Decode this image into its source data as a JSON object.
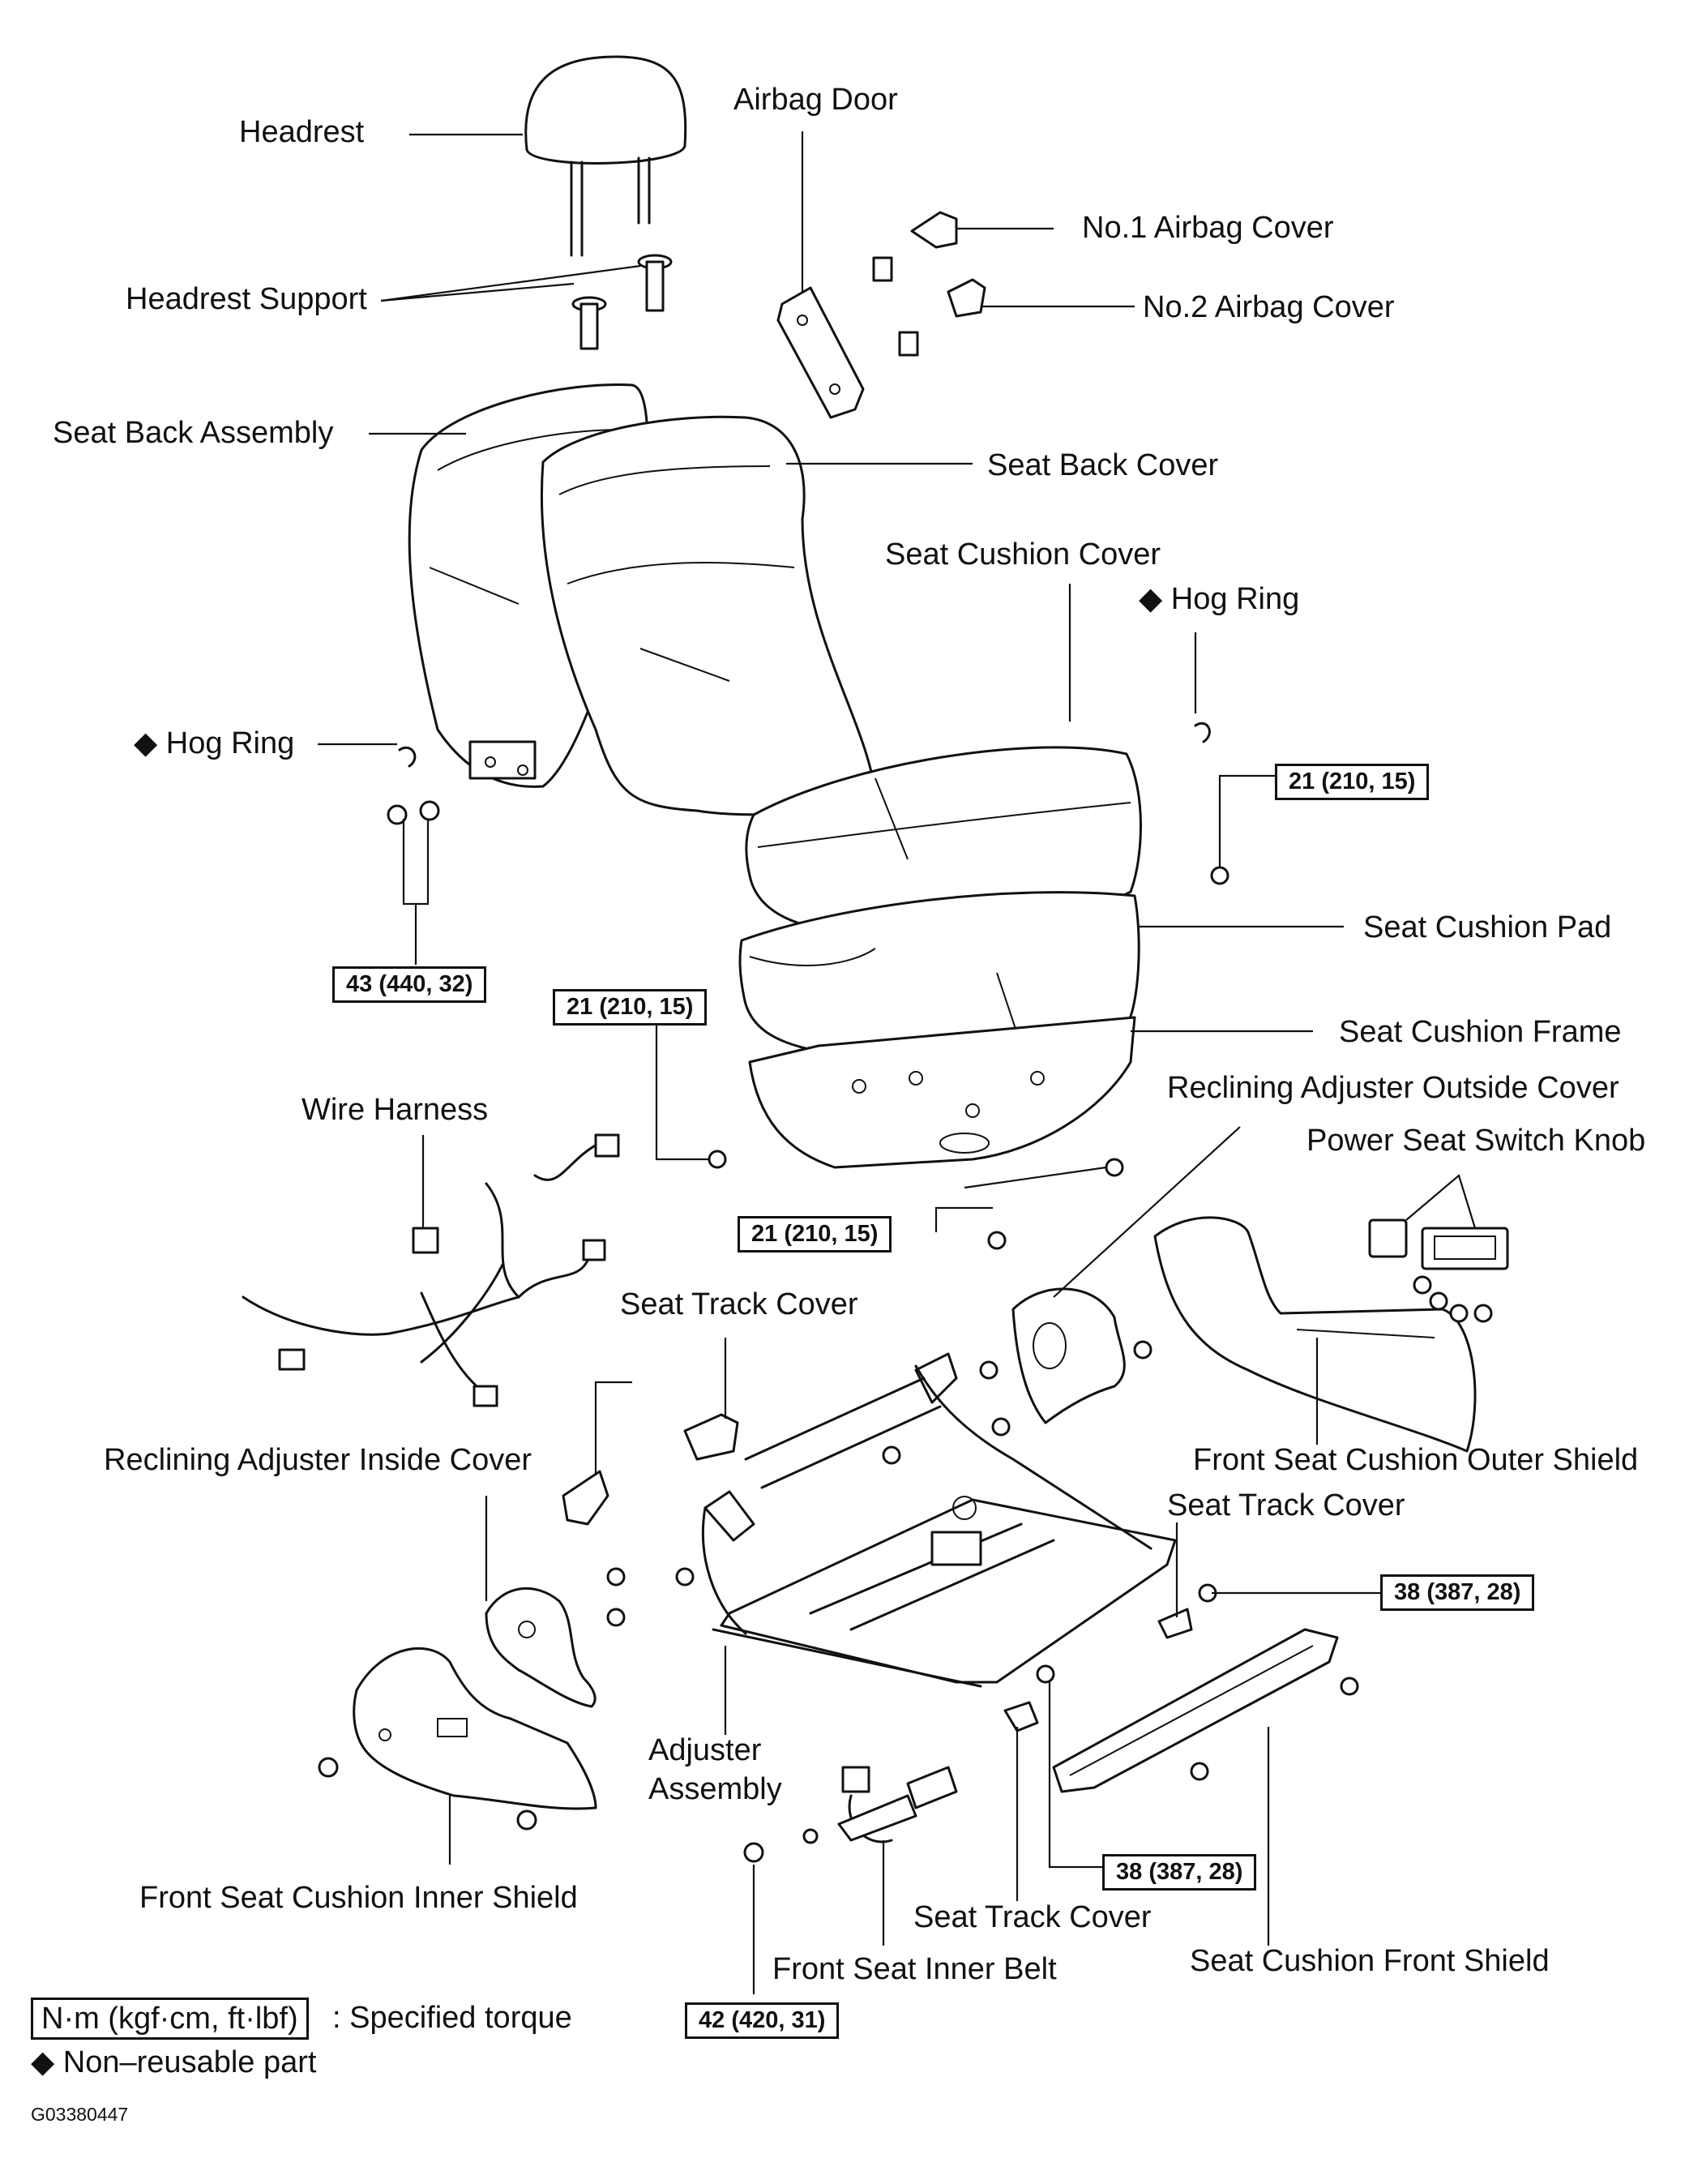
{
  "labels": {
    "headrest": "Headrest",
    "airbag_door": "Airbag Door",
    "no1_airbag_cover": "No.1 Airbag Cover",
    "no2_airbag_cover": "No.2 Airbag Cover",
    "headrest_support": "Headrest Support",
    "seat_back_assembly": "Seat Back Assembly",
    "seat_back_cover": "Seat Back Cover",
    "seat_cushion_cover": "Seat Cushion Cover",
    "hog_ring_right": "Hog Ring",
    "hog_ring_left": "Hog Ring",
    "seat_cushion_pad": "Seat Cushion Pad",
    "seat_cushion_frame": "Seat Cushion Frame",
    "reclining_outside_cover": "Reclining Adjuster Outside Cover",
    "wire_harness": "Wire Harness",
    "power_seat_switch_knob": "Power Seat Switch Knob",
    "seat_track_cover_top": "Seat Track Cover",
    "reclining_inside_cover": "Reclining Adjuster Inside Cover",
    "front_outer_shield": "Front Seat Cushion Outer Shield",
    "seat_track_cover_right": "Seat Track Cover",
    "adjuster_assembly_1": "Adjuster",
    "adjuster_assembly_2": "Assembly",
    "front_inner_shield": "Front Seat Cushion Inner Shield",
    "seat_track_cover_bottom": "Seat Track Cover",
    "front_inner_belt": "Front Seat Inner Belt",
    "seat_cushion_front_shield": "Seat Cushion Front Shield"
  },
  "torques": {
    "t_43": "43 (440, 32)",
    "t_21_top": "21 (210, 15)",
    "t_21_mid": "21 (210, 15)",
    "t_21_low": "21 (210, 15)",
    "t_38_right": "38 (387, 28)",
    "t_38_bottom": "38 (387, 28)",
    "t_42": "42 (420, 31)"
  },
  "legend": {
    "torque_unit": "N·m (kgf·cm, ft·lbf)",
    "torque_text": ": Specified torque",
    "nonreusable_symbol": "◆",
    "nonreusable_text": "Non–reusable part"
  },
  "figure_code": "G03380447"
}
